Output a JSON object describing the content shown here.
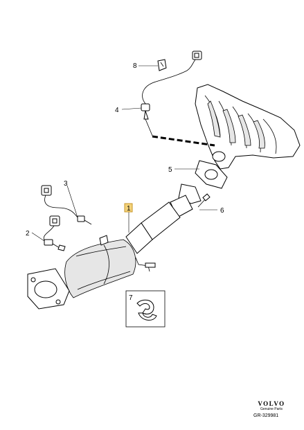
{
  "callouts": {
    "c1": "1",
    "c2": "2",
    "c3": "3",
    "c4": "4",
    "c5": "5",
    "c6": "6",
    "c7": "7",
    "c8": "8"
  },
  "brand": {
    "name": "VOLVO",
    "tagline": "Genuine Parts",
    "reference": "GR-329981"
  },
  "colors": {
    "highlight": "#f3d27a",
    "line": "#000000"
  }
}
